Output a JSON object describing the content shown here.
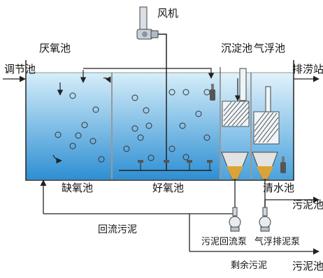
{
  "labels": {
    "blower": "风机",
    "anoxic_top": "厌氧池",
    "regulating": "调节池",
    "sedimentation": "沉淀池",
    "flotation": "气浮池",
    "discharge": "排涝站",
    "anoxic_bottom": "缺氧池",
    "aerobic": "好氧池",
    "clear_water": "清水池",
    "sludge_pool_1": "污泥池",
    "sludge_return": "回流污泥",
    "return_pump": "污泥回流泵",
    "flotation_pump": "气浮排泥泵",
    "excess_sludge": "剩余污泥",
    "sludge_pool_2": "污泥池"
  },
  "colors": {
    "water_top": "#d6eef9",
    "water_bottom": "#2e8fd3",
    "line": "#222222",
    "sludge": "#d9a338",
    "hopper": "#dcdcdc"
  }
}
